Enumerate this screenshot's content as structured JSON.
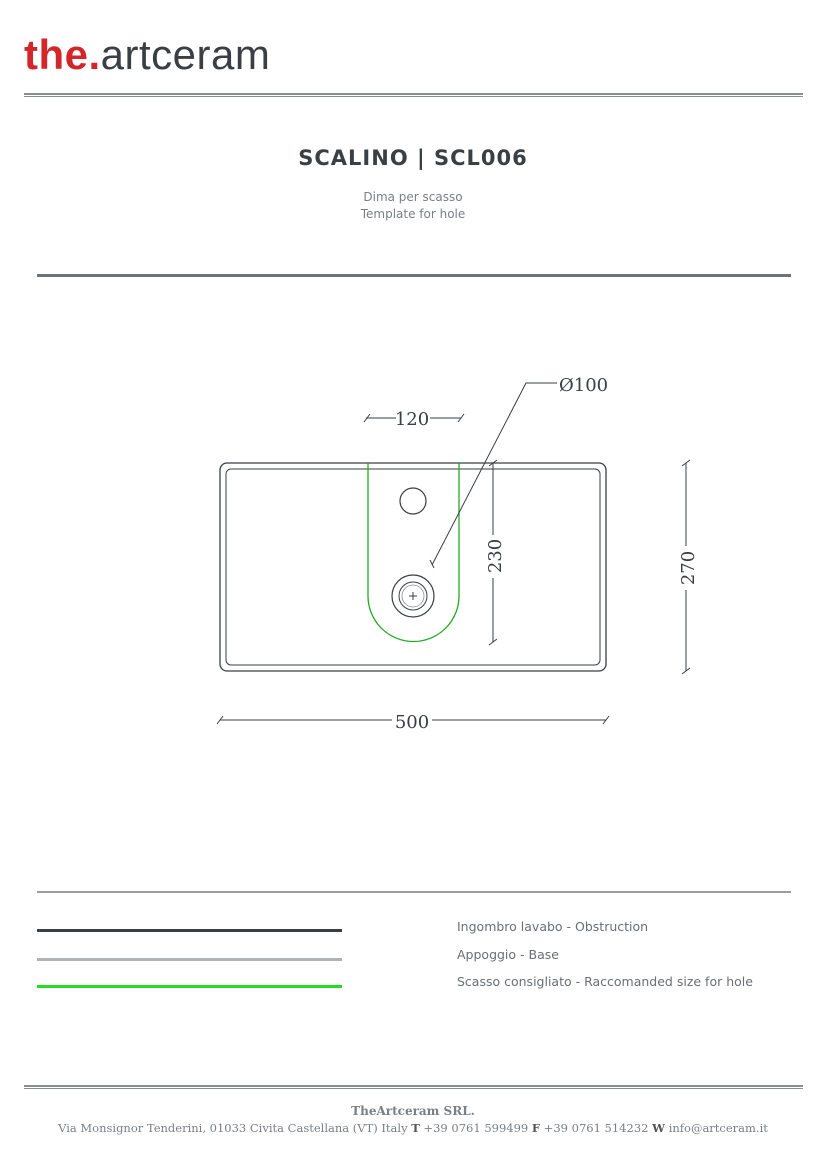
{
  "header": {
    "logo_brand": "the.",
    "logo_name": "artceram"
  },
  "title": "SCALINO | SCL006",
  "subtitle_it": "Dima per scasso",
  "subtitle_en": "Template for hole",
  "drawing": {
    "diameter_label": "Ø100",
    "width_120": "120",
    "depth_230": "230",
    "depth_270": "270",
    "width_500": "500"
  },
  "legend": [
    {
      "label": "Ingombro lavabo - Obstruction",
      "color": "#3a3f44"
    },
    {
      "label": "Appoggio - Base",
      "color": "#b0b3b8"
    },
    {
      "label": "Scasso consigliato - Raccomanded size for hole",
      "color": "#22dd22"
    }
  ],
  "footer": {
    "company": "TheArtceram SRL.",
    "address": "Via Monsignor Tenderini, 01033 Civita Castellana (VT) Italy",
    "t_label": "T",
    "phone": "+39 0761 599499",
    "f_label": "F",
    "fax": "+39 0761 514232",
    "w_label": "W",
    "email": "info@artceram.it"
  },
  "colors": {
    "brand_red": "#d3262b",
    "text_dark": "#3a3f44",
    "hole_green": "#22aa22"
  }
}
